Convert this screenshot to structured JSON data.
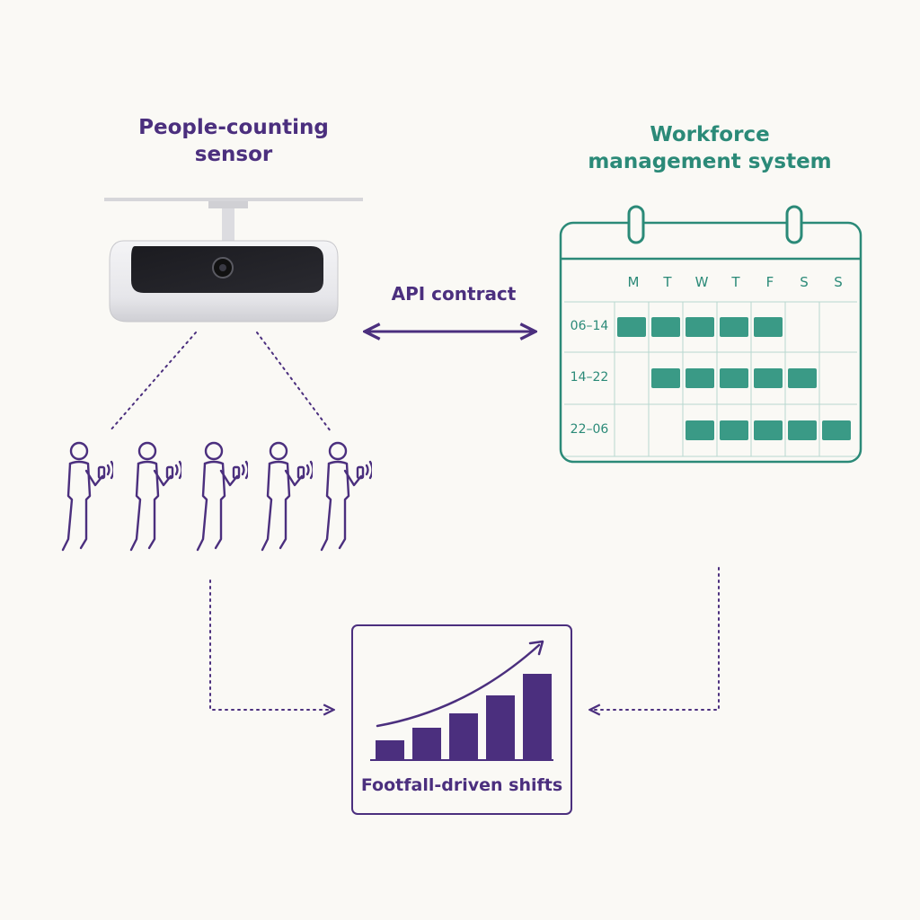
{
  "sensor": {
    "title": "People-counting\nsensor",
    "people_count": 5
  },
  "workforce": {
    "title": "Workforce\nmanagement system",
    "days": [
      "M",
      "T",
      "W",
      "T",
      "F",
      "S",
      "S"
    ],
    "shifts": [
      {
        "label": "06–14",
        "filled": [
          true,
          true,
          true,
          true,
          true,
          false,
          false
        ]
      },
      {
        "label": "14–22",
        "filled": [
          false,
          true,
          true,
          true,
          true,
          true,
          false
        ]
      },
      {
        "label": "22–06",
        "filled": [
          false,
          false,
          true,
          true,
          true,
          true,
          true
        ]
      }
    ]
  },
  "api": {
    "label": "API contract"
  },
  "result": {
    "label": "Footfall-driven shifts",
    "bar_levels": [
      0.22,
      0.36,
      0.52,
      0.72,
      0.96
    ]
  },
  "colors": {
    "purple": "#4b2f7e",
    "teal": "#2b8a78",
    "teal_fill": "#3a9a86",
    "background": "#faf9f5"
  }
}
